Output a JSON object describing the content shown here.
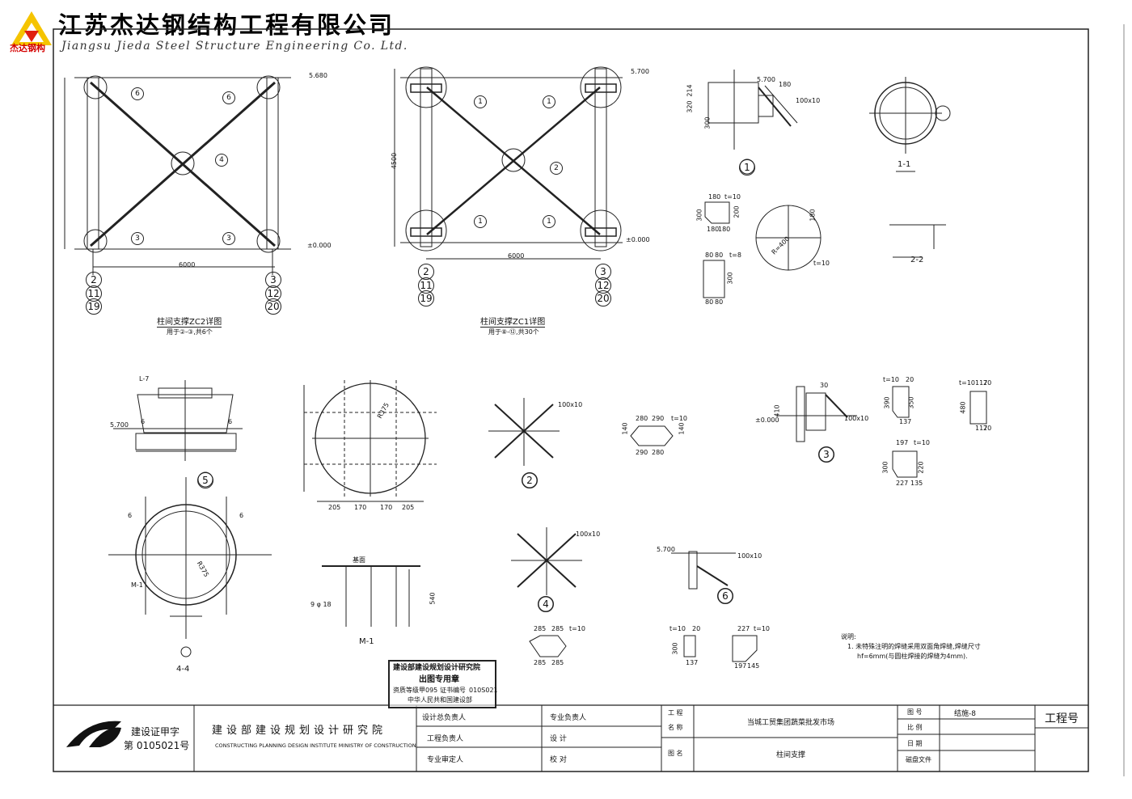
{
  "header": {
    "company_cn": "江苏杰达钢结构工程有限公司",
    "company_en": "Jiangsu Jieda Steel Structure Engineering Co. Ltd.",
    "logo_text": "杰达钢构",
    "brand_color": "#e02010"
  },
  "views": {
    "zc2": {
      "caption": "柱间支撑ZC2详图",
      "subcaption": "用于②-③,共6个",
      "span": "6000",
      "elev_top": "5.680",
      "elev_bot": "±0.000",
      "axis_left": [
        "2",
        "11",
        "19"
      ],
      "axis_right": [
        "3",
        "12",
        "20"
      ],
      "marks": [
        "6",
        "6",
        "4",
        "3",
        "3"
      ]
    },
    "zc1": {
      "caption": "柱间支撑ZC1详图",
      "subcaption": "用于⑧-⑫,共30个",
      "span": "6000",
      "elev_top": "5.700",
      "elev_bot": "±0.000",
      "height": "4500",
      "axis_left": [
        "2",
        "11",
        "19"
      ],
      "axis_right": [
        "3",
        "12",
        "20"
      ],
      "marks": [
        "1",
        "1",
        "2",
        "1",
        "1"
      ]
    },
    "detail1": {
      "label": "1",
      "dims": [
        "5.700",
        "180",
        "100x10",
        "320",
        "300",
        "214"
      ]
    },
    "section11": {
      "label": "1-1"
    },
    "section22": {
      "label": "2-2"
    },
    "plates_a": {
      "dims": [
        "180",
        "t=10",
        "300",
        "200",
        "180",
        "180",
        "t=8",
        "80",
        "80",
        "300",
        "80",
        "80",
        "R=400",
        "t=10",
        "180"
      ]
    },
    "detail5": {
      "label": "5",
      "dims": [
        "L-7",
        "5.700",
        "6",
        "6"
      ]
    },
    "section44": {
      "label": "4-4",
      "dims": [
        "6",
        "6",
        "M-1",
        "R375"
      ]
    },
    "plate_m1": {
      "dims": [
        "205",
        "170",
        "170",
        "205",
        "R375"
      ],
      "label": "M-1",
      "rebar": "9 φ 18",
      "length": "540",
      "top_label": "基面"
    },
    "detail2": {
      "label": "2",
      "dims": [
        "100x10"
      ]
    },
    "plate4": {
      "dims": [
        "280",
        "290",
        "140",
        "140",
        "290",
        "280",
        "t=10"
      ]
    },
    "detail3": {
      "label": "3",
      "dims": [
        "±0.000",
        "410",
        "100x10",
        "30"
      ]
    },
    "plate7": {
      "dims": [
        "t=10",
        "20",
        "390",
        "350",
        "137"
      ]
    },
    "plate8": {
      "dims": [
        "t=10",
        "117",
        "20",
        "480",
        "117",
        "20"
      ]
    },
    "plate5": {
      "dims": [
        "197",
        "t=10",
        "220",
        "300",
        "227",
        "135"
      ]
    },
    "detail4": {
      "label": "4",
      "dims": [
        "100x10"
      ]
    },
    "detail6": {
      "label": "6",
      "dims": [
        "5.700",
        "100x10"
      ]
    },
    "plate6": {
      "dims": [
        "285",
        "285",
        "t=10",
        "285",
        "285"
      ]
    },
    "plate9": {
      "dims": [
        "t=10",
        "20",
        "300",
        "137"
      ]
    },
    "plate10": {
      "dims": [
        "227",
        "t=10",
        "197",
        "145"
      ]
    },
    "notes": {
      "heading": "说明:",
      "line1": "1. 未特殊注明的焊缝采用双面角焊缝,焊缝尺寸",
      "line2": "hf=6mm(与圆柱焊接的焊缝为4mm)."
    }
  },
  "stamp": {
    "line1": "建设部建设规划设计研究院",
    "line2": "出图专用章",
    "line3": "甲095",
    "line4": "证书编号",
    "line5": "010S021",
    "line6": "中华人民共和国建设部",
    "cert_label": "资质等级"
  },
  "title_block": {
    "cert_label": "建设证甲字",
    "cert_number": "第 0105021号",
    "institute_cn": "建设部建设规划设计研究院",
    "institute_en": "CONSTRUCTING PLANNING DESIGN INSTITUTE MINISTRY OF CONSTRUCTION",
    "roles": [
      "设计总负责人",
      "工程负责人",
      "专业审定人"
    ],
    "roles2": [
      "专业负责人",
      "设    计",
      "校    对"
    ],
    "project_label_1": "工   程",
    "project_label_2": "名   称",
    "project_name": "当城工贸集团蔬菜批发市场",
    "drawing_label": "图   名",
    "drawing_name": "柱间支撑",
    "fields": [
      "图   号",
      "比   例",
      "日   期",
      "磁盘文件"
    ],
    "drawing_no": "结施-8",
    "project_no_label": "工程号"
  }
}
